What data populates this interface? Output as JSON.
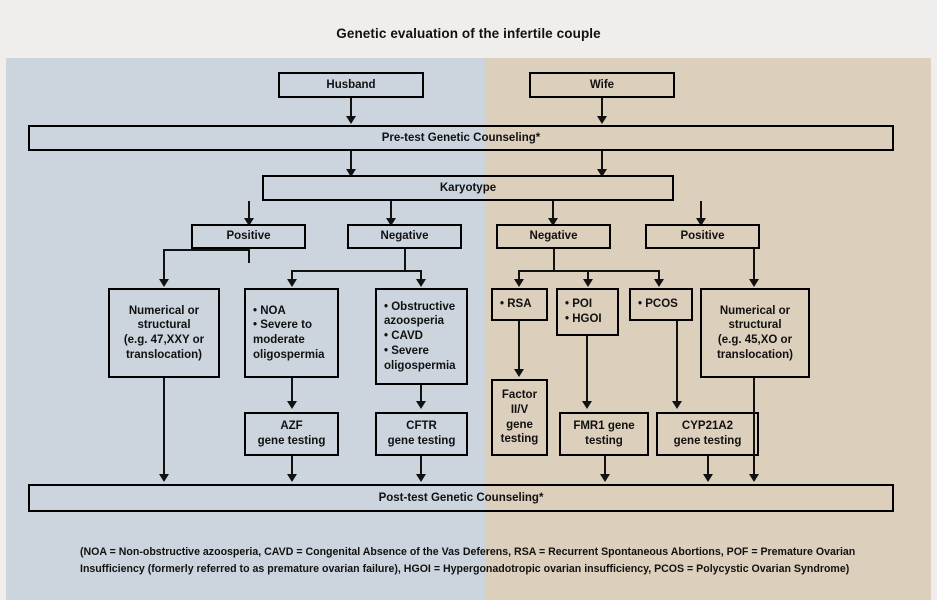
{
  "title": "Genetic evaluation of the infertile couple",
  "colors": {
    "panel_male": "#ccd5dd",
    "panel_female": "#dccfbc",
    "page_background": "#efeeed",
    "stroke": "#000000",
    "text": "#111111"
  },
  "panels": {
    "left_label": "male-partner-panel",
    "right_label": "female-partner-panel"
  },
  "nodes": {
    "husband": "Husband",
    "wife": "Wife",
    "pretest": "Pre-test Genetic Counseling*",
    "karyotype": "Karyotype",
    "male_positive": "Positive",
    "male_negative": "Negative",
    "female_negative": "Negative",
    "female_positive": "Positive",
    "male_numerical": "Numerical or\nstructural\n(e.g. 47,XXY or\ntranslocation)",
    "male_noa": "• NOA\n• Severe to\nmoderate\noligospermia",
    "male_obstructive": "• Obstructive\nazoosperia\n• CAVD\n• Severe\noligospermia",
    "female_rsa": "• RSA",
    "female_poi": "• POI\n• HGOI",
    "female_pcos": "• PCOS",
    "female_numerical": "Numerical or\nstructural\n(e.g. 45,XO or\ntranslocation)",
    "azf": "AZF\ngene testing",
    "cftr": "CFTR\ngene testing",
    "factor": "Factor\nII/V\ngene\ntesting",
    "fmr1": "FMR1 gene\ntesting",
    "cyp21a2": "CYP21A2\ngene testing",
    "posttest": "Post-test Genetic Counseling*"
  },
  "footnote": "(NOA = Non-obstructive azoosperia, CAVD = Congenital Absence of the Vas Deferens, RSA = Recurrent Spontaneous Abortions, POF = Premature Ovarian Insufficiency (formerly referred to as premature ovarian failure), HGOI = Hypergonadotropic ovarian insufficiency, PCOS = Polycystic Ovarian Syndrome)"
}
